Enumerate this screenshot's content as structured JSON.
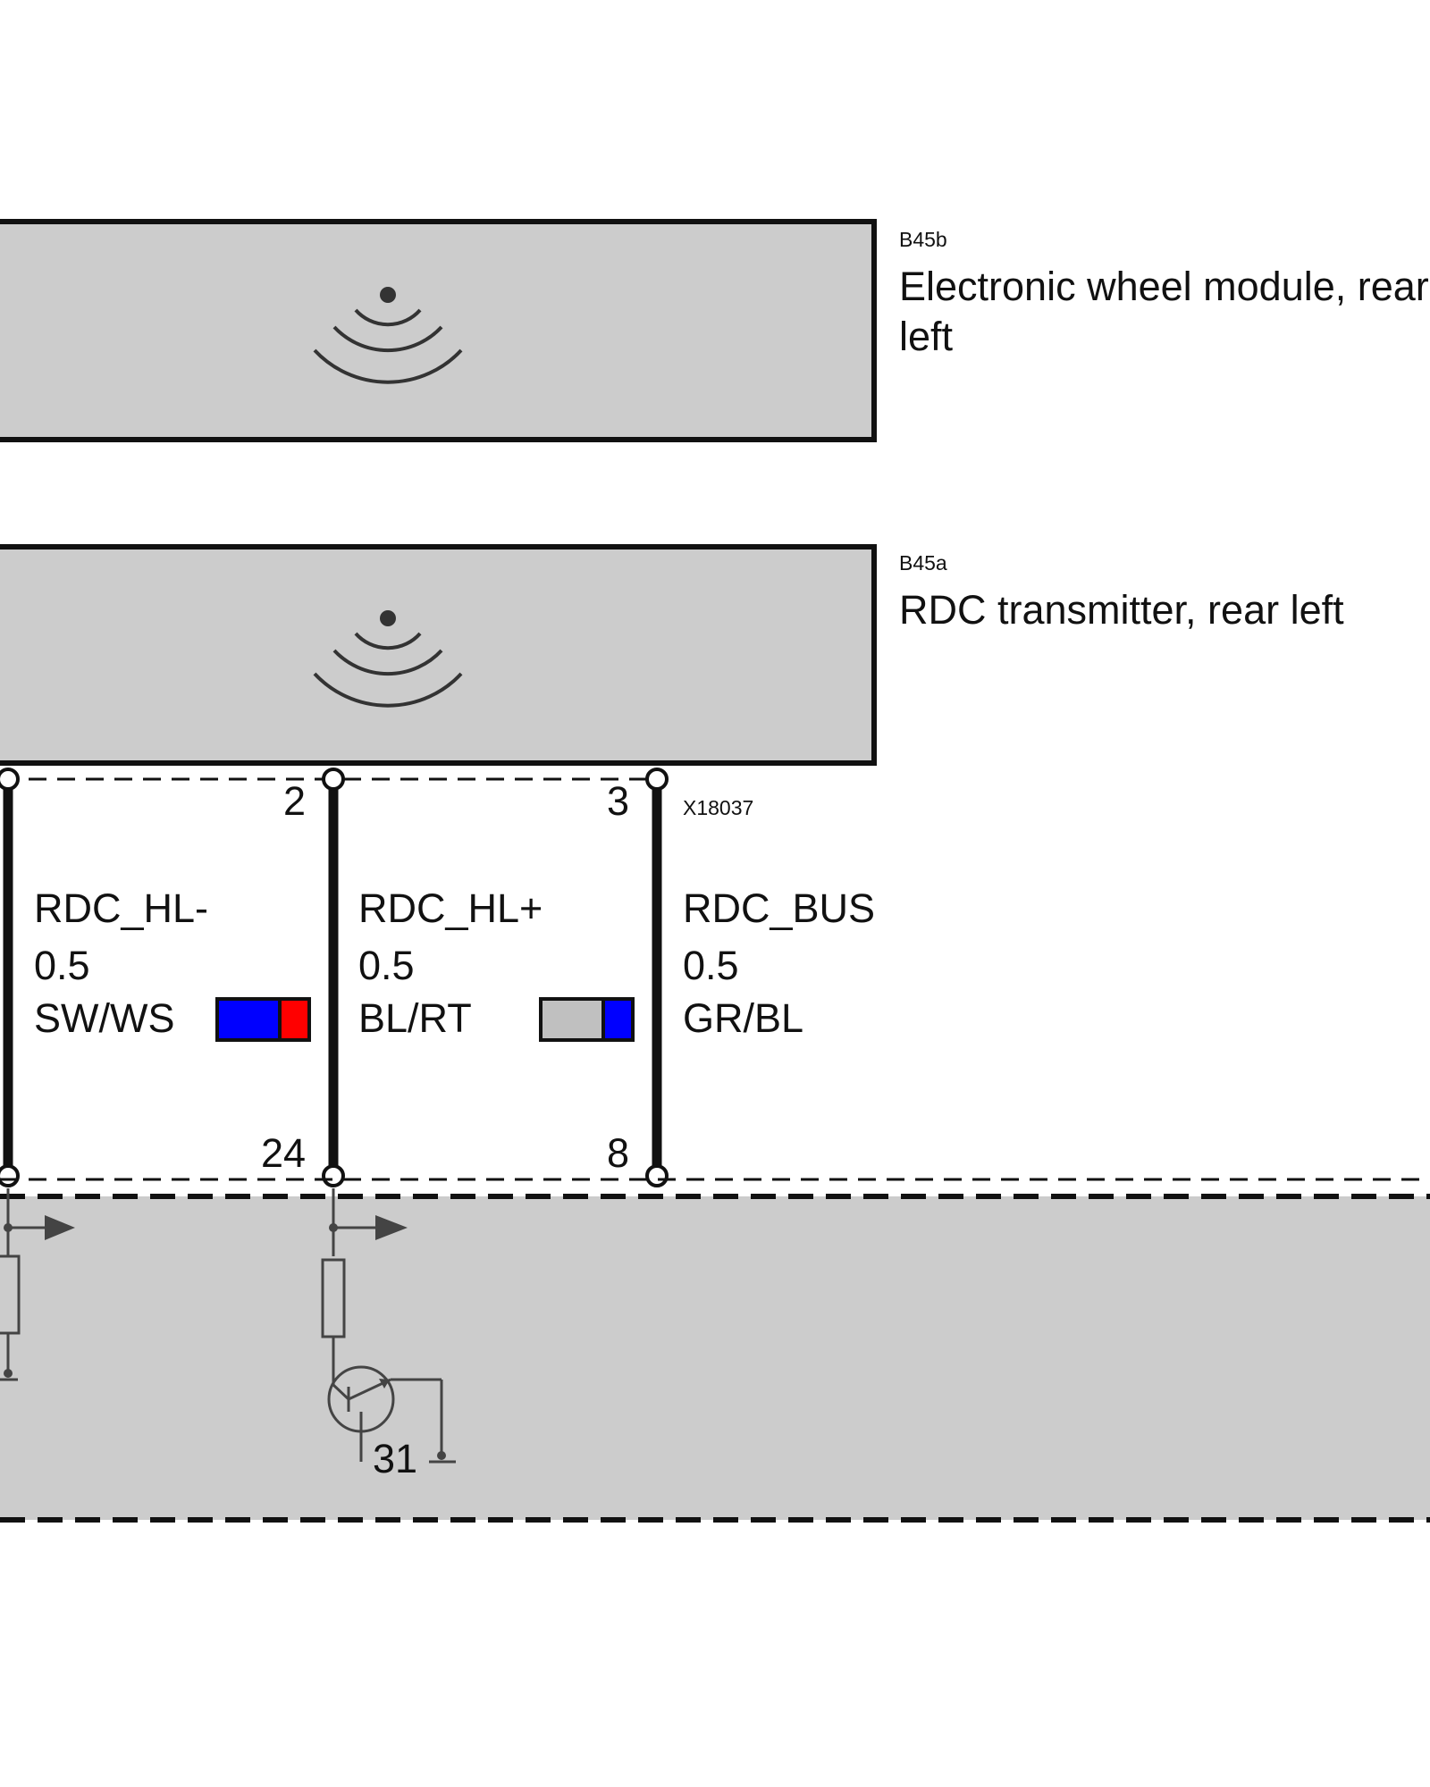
{
  "components": {
    "b45b": {
      "code": "B45b",
      "name_line1": "Electronic wheel module, rear",
      "name_line2": "left",
      "icon": "wireless-signal-icon"
    },
    "b45a": {
      "code": "B45a",
      "name": "RDC transmitter, rear left",
      "icon": "wireless-signal-icon"
    }
  },
  "connector": {
    "id": "X18037"
  },
  "wires": [
    {
      "signal": "RDC_HL-",
      "cross_section": "0.5",
      "color_code": "SW/WS",
      "pin_top": "",
      "pin_bottom": "24",
      "swatch": [
        "#0000ff",
        "#ff0000"
      ]
    },
    {
      "signal": "RDC_HL+",
      "cross_section": "0.5",
      "color_code": "BL/RT",
      "pin_top": "2",
      "pin_bottom": "8",
      "swatch": [
        "#c0c0c0",
        "#0000ff"
      ]
    },
    {
      "signal": "RDC_BUS",
      "cross_section": "0.5",
      "color_code": "GR/BL",
      "pin_top": "3",
      "pin_bottom": "",
      "swatch": null
    }
  ],
  "ground": {
    "terminal": "31"
  },
  "colors": {
    "module_fill": "#cccccc",
    "line": "#111111",
    "circuit": "#444444"
  }
}
